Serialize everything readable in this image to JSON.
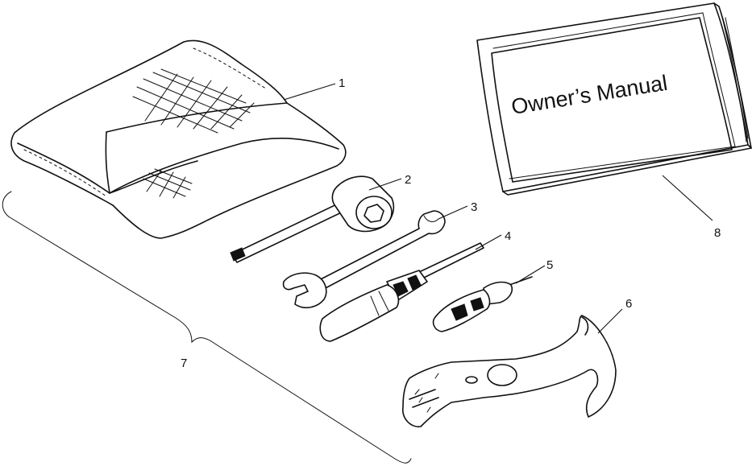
{
  "manual": {
    "title": "Owner’s Manual"
  },
  "callouts": {
    "c1": "1",
    "c2": "2",
    "c3": "3",
    "c4": "4",
    "c5": "5",
    "c6": "6",
    "c7": "7",
    "c8": "8"
  }
}
